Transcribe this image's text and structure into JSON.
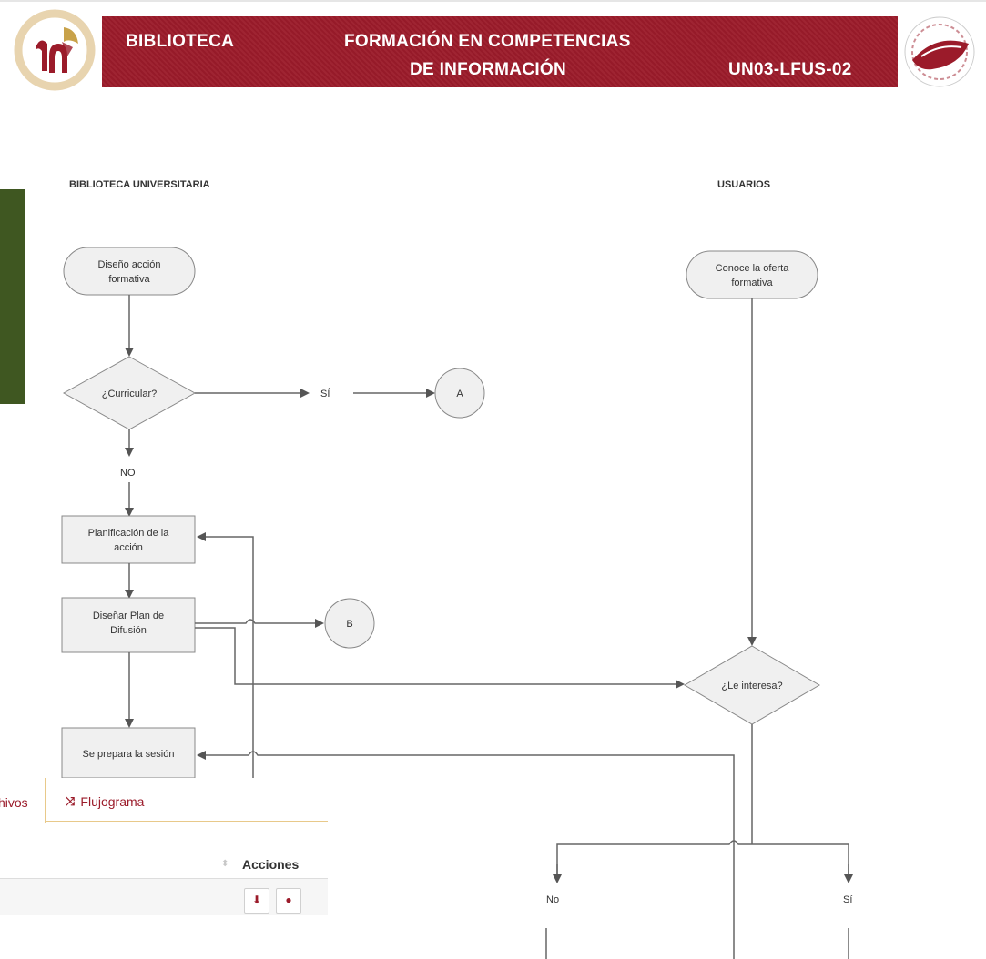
{
  "header": {
    "left_label": "BIBLIOTECA",
    "title_line1": "FORMACIÓN EN COMPETENCIAS",
    "title_line2": "DE INFORMACIÓN",
    "code": "UN03-LFUS-02"
  },
  "flowchart": {
    "lane_left": "BIBLIOTECA UNIVERSITARIA",
    "lane_right": "USUARIOS",
    "start_left_line1": "Diseño acción",
    "start_left_line2": "formativa",
    "start_right_line1": "Conoce la oferta",
    "start_right_line2": "formativa",
    "decision_curricular": "¿Curricular?",
    "label_si": "SÍ",
    "connector_a": "A",
    "label_no": "NO",
    "box_planificacion_line1": "Planificación de la",
    "box_planificacion_line2": "acción",
    "box_disenar_line1": "Diseñar Plan de",
    "box_disenar_line2": "Difusión",
    "connector_b": "B",
    "decision_interesa": "¿Le interesa?",
    "box_prepara": "Se prepara la sesión",
    "label_no_lower": "No",
    "label_si_lower": "Sí"
  },
  "tabs": {
    "active_partial": "hivos",
    "flujograma": "Flujograma",
    "flujograma_icon": "shuffle-icon"
  },
  "table": {
    "acciones_header": "Acciones",
    "sort_icon": "sort-icon",
    "download_icon": "download-icon",
    "user_icon": "user-icon"
  },
  "colors": {
    "brand_red": "#9b1b2a",
    "green_panel": "#3f5721",
    "tab_border": "#e8c98a"
  }
}
